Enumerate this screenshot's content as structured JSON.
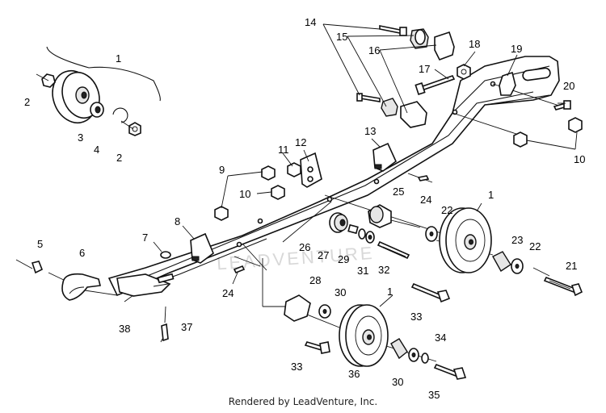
{
  "diagram": {
    "callouts": [
      "1",
      "2",
      "3",
      "4",
      "5",
      "6",
      "7",
      "8",
      "9",
      "10",
      "11",
      "12",
      "13",
      "14",
      "15",
      "16",
      "17",
      "18",
      "19",
      "20",
      "21",
      "22",
      "23",
      "24",
      "25",
      "26",
      "27",
      "28",
      "29",
      "30",
      "31",
      "32",
      "33",
      "34",
      "35",
      "36",
      "37",
      "38"
    ]
  },
  "watermark": "LEADVENTURE",
  "footer": {
    "credit": "Rendered by LeadVenture, Inc."
  }
}
